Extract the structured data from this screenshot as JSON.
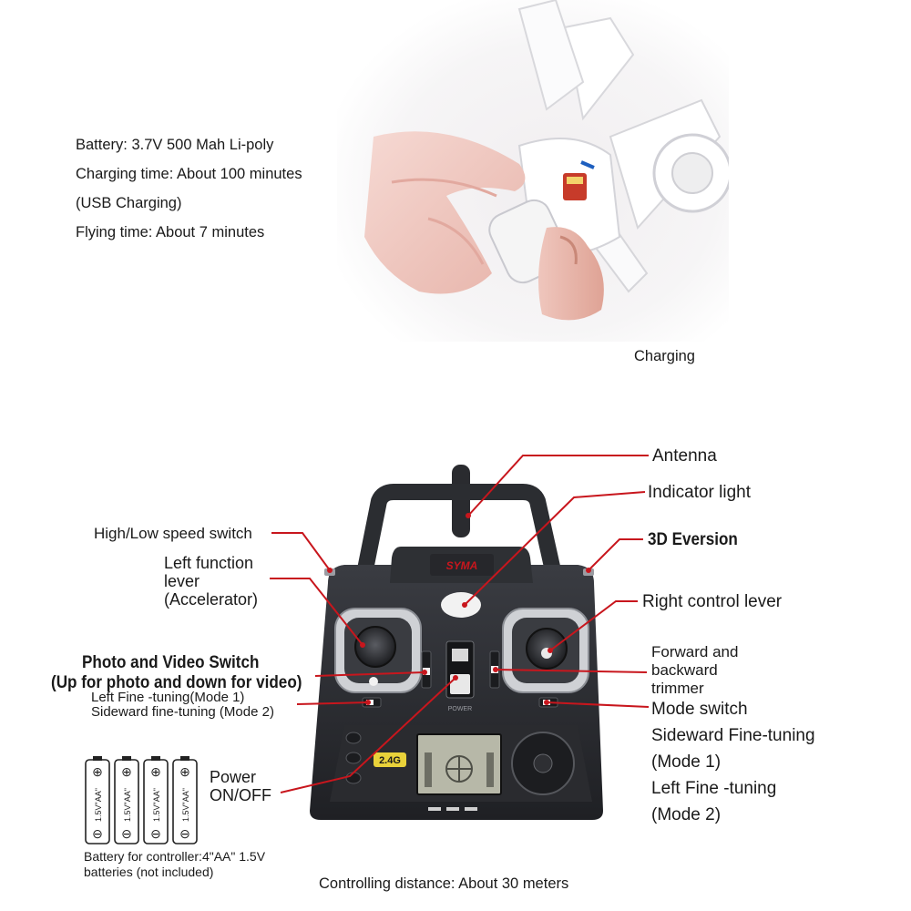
{
  "specs": {
    "battery": "Battery: 3.7V 500 Mah Li-poly",
    "charging_time": "Charging time: About 100 minutes",
    "usb": "(USB Charging)",
    "flying_time": "Flying time: About 7 minutes"
  },
  "charging_caption": "Charging",
  "brand": "SYMA",
  "power_label": "POWER",
  "freq_badge": "2.4G",
  "labels": {
    "antenna": "Antenna",
    "indicator_light": "Indicator light",
    "speed_switch": "High/Low speed switch",
    "left_lever_1": "Left function",
    "left_lever_2": "lever",
    "left_lever_3": "(Accelerator)",
    "eversion": "3D Eversion",
    "right_lever": "Right control lever",
    "photo_video_1": "Photo and Video Switch",
    "photo_video_2": "(Up for photo and down for video)",
    "left_fine_1": "Left Fine -tuning(Mode 1)",
    "left_fine_2": "Sideward fine-tuning (Mode 2)",
    "fb_trim_1": "Forward and",
    "fb_trim_2": "backward",
    "fb_trim_3": "trimmer",
    "mode_switch": "Mode switch",
    "side_fine_1": "Sideward Fine-tuning",
    "side_fine_2": "(Mode 1)",
    "side_fine_3": "Left Fine -tuning",
    "side_fine_4": "(Mode 2)",
    "power_1": "Power",
    "power_2": "ON/OFF"
  },
  "battery_cell_label": "1.5V\"AA\"",
  "battery_note_1": "Battery for controller:4\"AA\" 1.5V",
  "battery_note_2": "batteries (not included)",
  "distance": "Controlling distance: About 30 meters",
  "colors": {
    "callout": "#c8161d",
    "controller": "#2b2d31",
    "brand": "#c8161d"
  }
}
